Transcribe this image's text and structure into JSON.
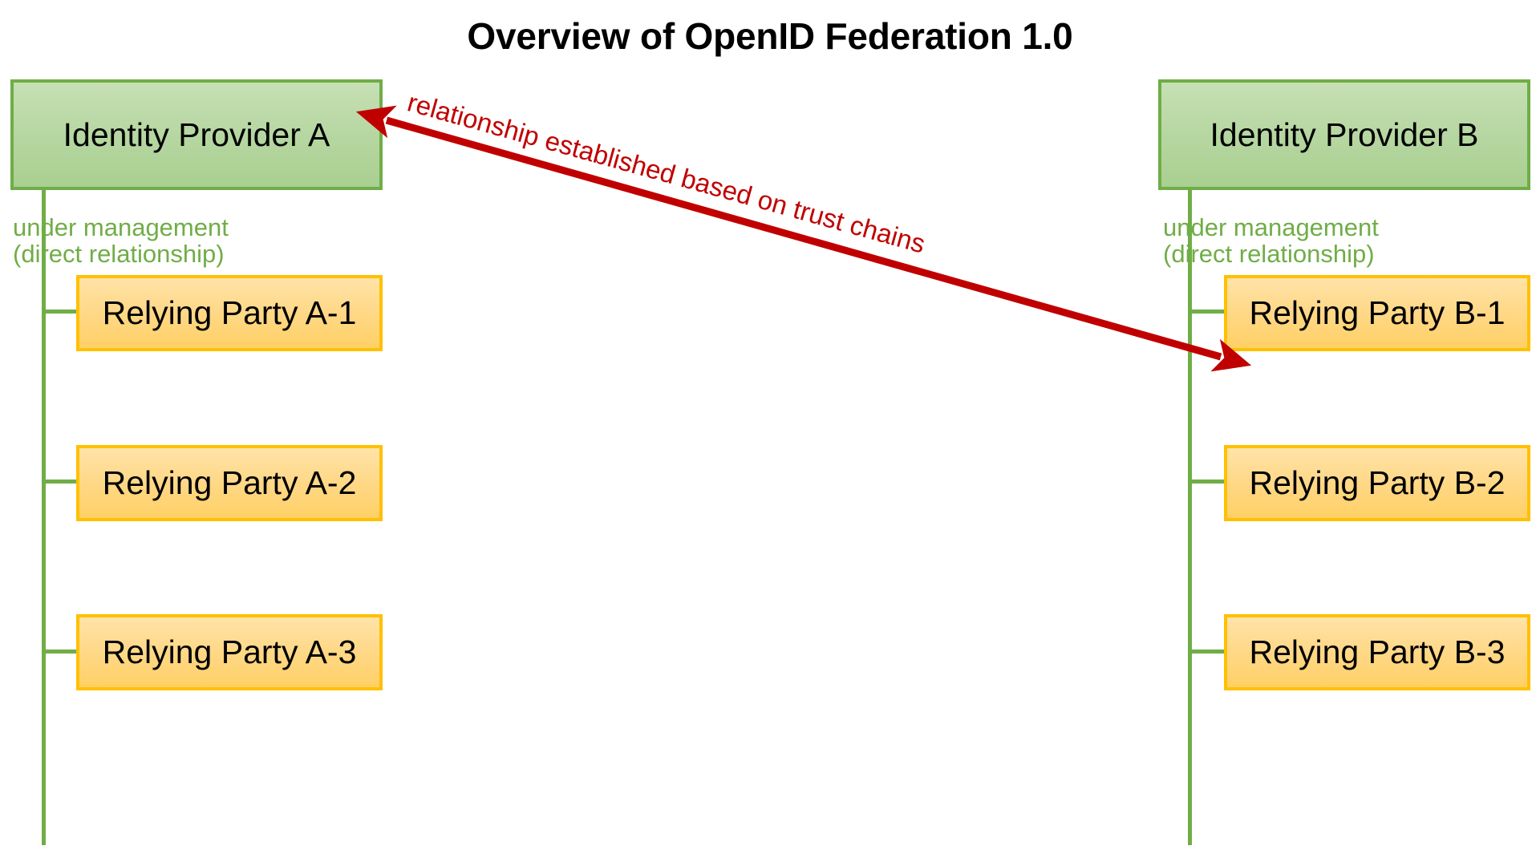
{
  "title": "Overview of OpenID Federation 1.0",
  "colors": {
    "idp_fill": "#b5d6a0",
    "idp_border": "#70ad47",
    "rp_fill": "#ffd966",
    "rp_border": "#ffc000",
    "connector_green": "#70ad47",
    "arrow_red": "#c00000",
    "caption_green": "#70ad47",
    "title_text": "#000000",
    "background": "#ffffff"
  },
  "left_branch": {
    "idp": {
      "label": "Identity Provider A"
    },
    "caption": "under management\n(direct relationship)",
    "relying_parties": [
      {
        "label": "Relying Party A-1"
      },
      {
        "label": "Relying Party A-2"
      },
      {
        "label": "Relying Party A-3"
      }
    ]
  },
  "right_branch": {
    "idp": {
      "label": "Identity Provider B"
    },
    "caption": "under management\n(direct relationship)",
    "relying_parties": [
      {
        "label": "Relying Party B-1"
      },
      {
        "label": "Relying Party B-2"
      },
      {
        "label": "Relying Party B-3"
      }
    ]
  },
  "trust_arrow": {
    "label": "relationship established based on trust chains",
    "direction": "bidirectional",
    "from": "Identity Provider A",
    "to": "Relying Party B-1"
  }
}
